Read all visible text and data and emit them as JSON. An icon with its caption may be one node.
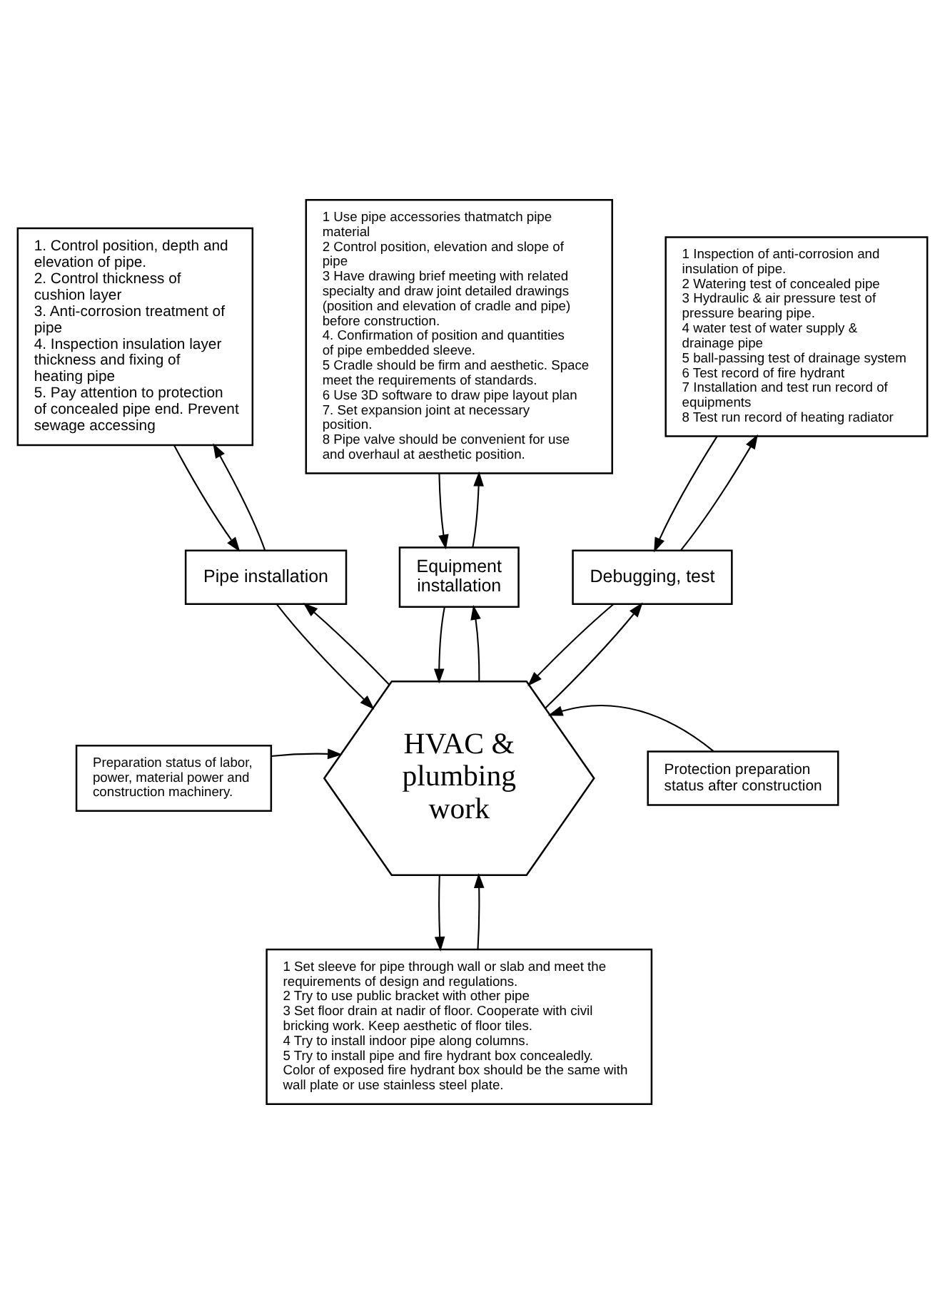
{
  "diagram": {
    "nodes": [
      {
        "text": [
          "1. Control position, depth and elevation of pipe.",
          "2. Control thickness of cushion layer",
          "3. Anti-corrosion treatment of pipe",
          "4. Inspection insulation layer thickness and fixing of heating pipe",
          "5. Pay attention to protection of concealed pipe end. Prevent sewage accessing"
        ]
      },
      {
        "text": [
          "1 Use pipe accessories thatmatch pipe material",
          "2 Control position, elevation and slope of pipe",
          "3 Have drawing brief meeting with related specialty and draw joint detailed drawings (position and elevation of cradle and pipe) before construction.",
          "4. Confirmation of position and quantities of pipe embedded sleeve.",
          "5 Cradle should be firm and aesthetic. Space meet the requirements of standards.",
          "6 Use 3D software to draw pipe layout plan",
          "7. Set expansion joint at necessary position.",
          "8 Pipe valve should be convenient for use and overhaul at aesthetic position."
        ]
      },
      {
        "text": [
          "1 Inspection of anti-corrosion and insulation of pipe.",
          "2 Watering test of concealed pipe",
          "3 Hydraulic & air pressure test of pressure bearing pipe.",
          "4 water test of water supply & drainage pipe",
          "5 ball-passing test of drainage system",
          "6 Test record of fire hydrant",
          "7 Installation and test run record of equipments",
          "8 Test run record of heating radiator"
        ]
      },
      {
        "text": [
          "Pipe installation"
        ]
      },
      {
        "text": [
          "Equipment installation"
        ]
      },
      {
        "text": [
          "Debugging, test"
        ]
      },
      {
        "text": [
          "Preparation status of labor, power, material power and construction machinery."
        ]
      },
      {
        "text": [
          "HVAC & plumbing work"
        ]
      },
      {
        "text": [
          "Protection preparation status after construction"
        ]
      },
      {
        "text": [
          "1 Set sleeve for pipe through wall or slab and meet the requirements of design and regulations.",
          "2 Try to use public bracket with other pipe",
          "3 Set floor drain at nadir of floor. Cooperate with civil bricking work. Keep aesthetic of floor tiles.",
          "4 Try to install indoor pipe along columns.",
          "5 Try to install pipe and fire hydrant box concealedly. Color of exposed fire hydrant box should be the same with wall plate or use stainless steel plate."
        ]
      }
    ],
    "edges": [
      {
        "from": 3,
        "to": 0,
        "arrow": "to"
      },
      {
        "from": 0,
        "to": 3,
        "arrow": "to"
      },
      {
        "from": 4,
        "to": 1,
        "arrow": "to"
      },
      {
        "from": 1,
        "to": 4,
        "arrow": "to"
      },
      {
        "from": 5,
        "to": 2,
        "arrow": "to"
      },
      {
        "from": 2,
        "to": 5,
        "arrow": "to"
      },
      {
        "from": 7,
        "to": 3,
        "arrow": "to"
      },
      {
        "from": 3,
        "to": 7,
        "arrow": "to"
      },
      {
        "from": 4,
        "to": 7,
        "arrow": "to"
      },
      {
        "from": 7,
        "to": 4,
        "arrow": "to"
      },
      {
        "from": 5,
        "to": 7,
        "arrow": "to"
      },
      {
        "from": 7,
        "to": 5,
        "arrow": "to"
      },
      {
        "from": 6,
        "to": 7,
        "arrow": "to"
      },
      {
        "from": 8,
        "to": 7,
        "arrow": "to"
      },
      {
        "from": 7,
        "to": 9,
        "arrow": "to"
      },
      {
        "from": 9,
        "to": 7,
        "arrow": "to"
      }
    ]
  }
}
